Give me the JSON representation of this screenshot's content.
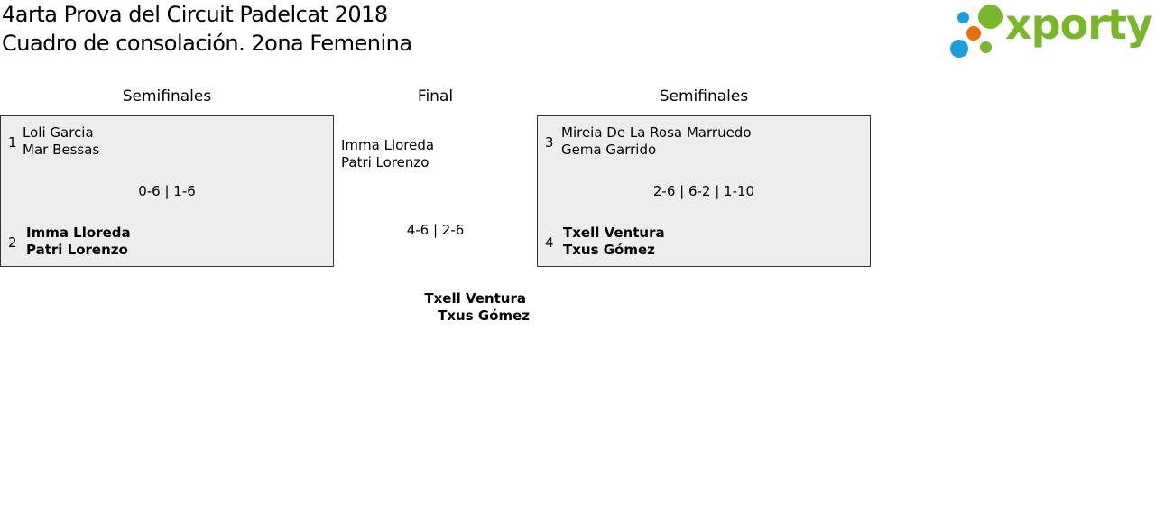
{
  "title": {
    "line1": "4arta Prova del Circuit Padelcat 2018",
    "line2": "Cuadro de consolación. 2ona Femenina"
  },
  "logo": {
    "text": "xporty",
    "colors": {
      "green": "#7ab62a",
      "blue": "#1a9ee0",
      "orange": "#e8700c"
    }
  },
  "rounds": {
    "left": "Semifinales",
    "center": "Final",
    "right": "Semifinales"
  },
  "match1": {
    "seed_a": "1",
    "a1": "Loli Garcia",
    "a2": "Mar Bessas",
    "score": "0-6 | 1-6",
    "seed_b": "2",
    "b1": "Imma Lloreda",
    "b2": "Patri Lorenzo"
  },
  "match2": {
    "seed_a": "3",
    "a1": "Mireia De La Rosa Marruedo",
    "a2": "Gema Garrido",
    "score": "2-6 | 6-2 | 1-10",
    "seed_b": "4",
    "b1": "Txell Ventura",
    "b2": "Txus Gómez"
  },
  "final": {
    "a1": "Imma Lloreda",
    "a2": "Patri Lorenzo",
    "score": "4-6 | 2-6",
    "w1": "Txell Ventura",
    "w2": "Txus Gómez"
  }
}
